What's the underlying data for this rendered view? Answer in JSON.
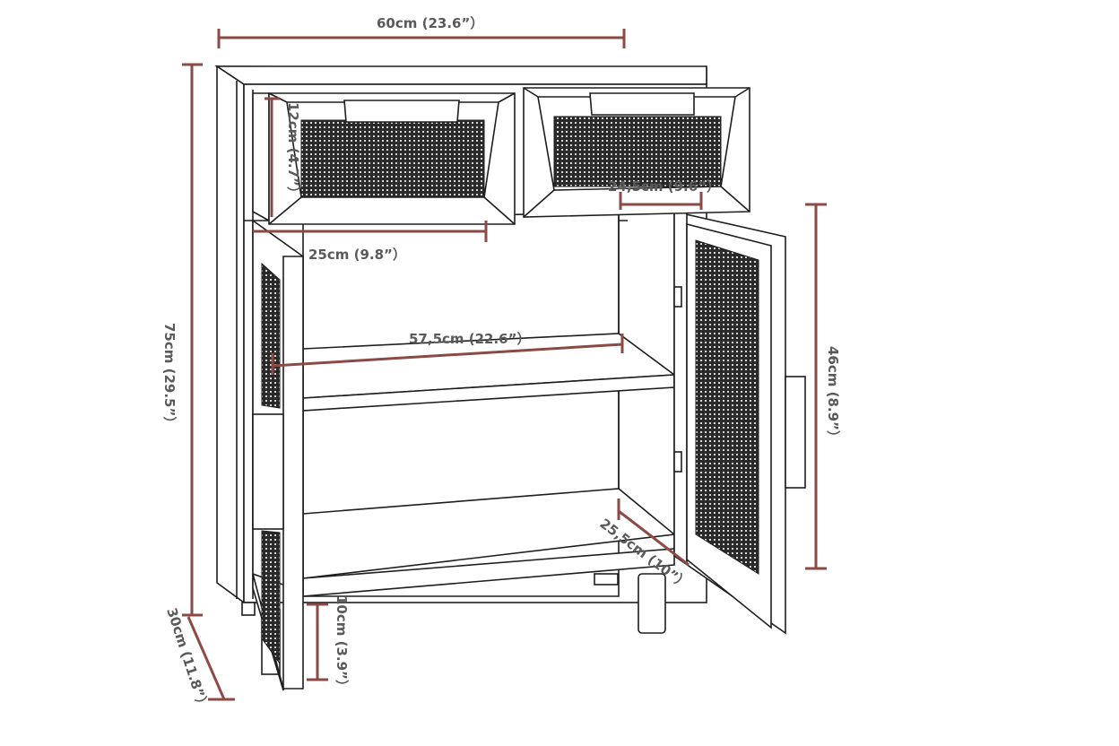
{
  "diagram": {
    "dimension_color": "#8c4a44",
    "line_color": "#1e1e1e",
    "label_color": "#5a5a5a",
    "labels": {
      "width_total": "60cm (23.6”）",
      "height_total": "75cm (29.5”）",
      "depth_total": "30cm (11.8”）",
      "drawer_height": "12cm (4.7”）",
      "drawer_width": "25cm (9.8”）",
      "door_width": "24,5cm (9.6”）",
      "inner_width": "57,5cm (22.6”）",
      "door_height": "46cm (8.9”）",
      "shelf_depth": "25,5cm (10”）",
      "leg_height": "10cm (3.9”）"
    }
  }
}
